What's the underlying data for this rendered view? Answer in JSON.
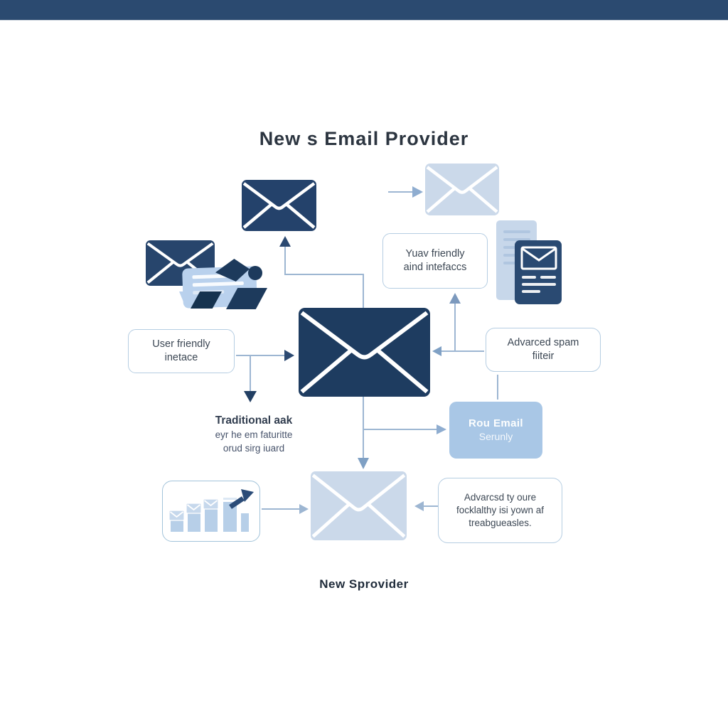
{
  "title": "New s Email Provider",
  "caption": "New Sprovider",
  "boxes": {
    "user_friendly_top": {
      "line1": "Yuav friendly",
      "line2": "aind intefaccs"
    },
    "user_friendly_left": {
      "line1": "User friendly",
      "line2": "inetace"
    },
    "spam_filter": {
      "line1": "Advarced spam",
      "line2": "fiiteir"
    },
    "email_security": {
      "line1": "Rou Email",
      "line2": "Serunly"
    },
    "features": {
      "line1": "Advarcsd ty oure",
      "line2": "focklalthy isi yown af",
      "line3": "treabgueasles."
    }
  },
  "note": {
    "line1": "Traditional aak",
    "line2": "eyr he em faturitte",
    "line3": "orud sirg iuard"
  },
  "icons": {
    "top_center": "envelope-icon",
    "top_left": "envelope-icon",
    "top_right": "envelope-icon",
    "central": "envelope-icon",
    "bottom": "envelope-icon",
    "message_card": "message-card-icon",
    "document_stack": "email-document-icon",
    "growth_chart": "email-growth-chart-icon"
  },
  "colors": {
    "top_bar": "#2b4a70",
    "envelope_dark": "#24426b",
    "envelope_central": "#1e3c60",
    "envelope_light": "#cbd9ea",
    "security_box_fill": "#a9c7e6",
    "box_border": "#b5cde2",
    "connector_line": "#9db6d2",
    "arrowhead_dark": "#2c4a72",
    "arrowhead_steel": "#7fa0c4",
    "text_dark": "#2c3540",
    "text_body": "#3c4754"
  }
}
